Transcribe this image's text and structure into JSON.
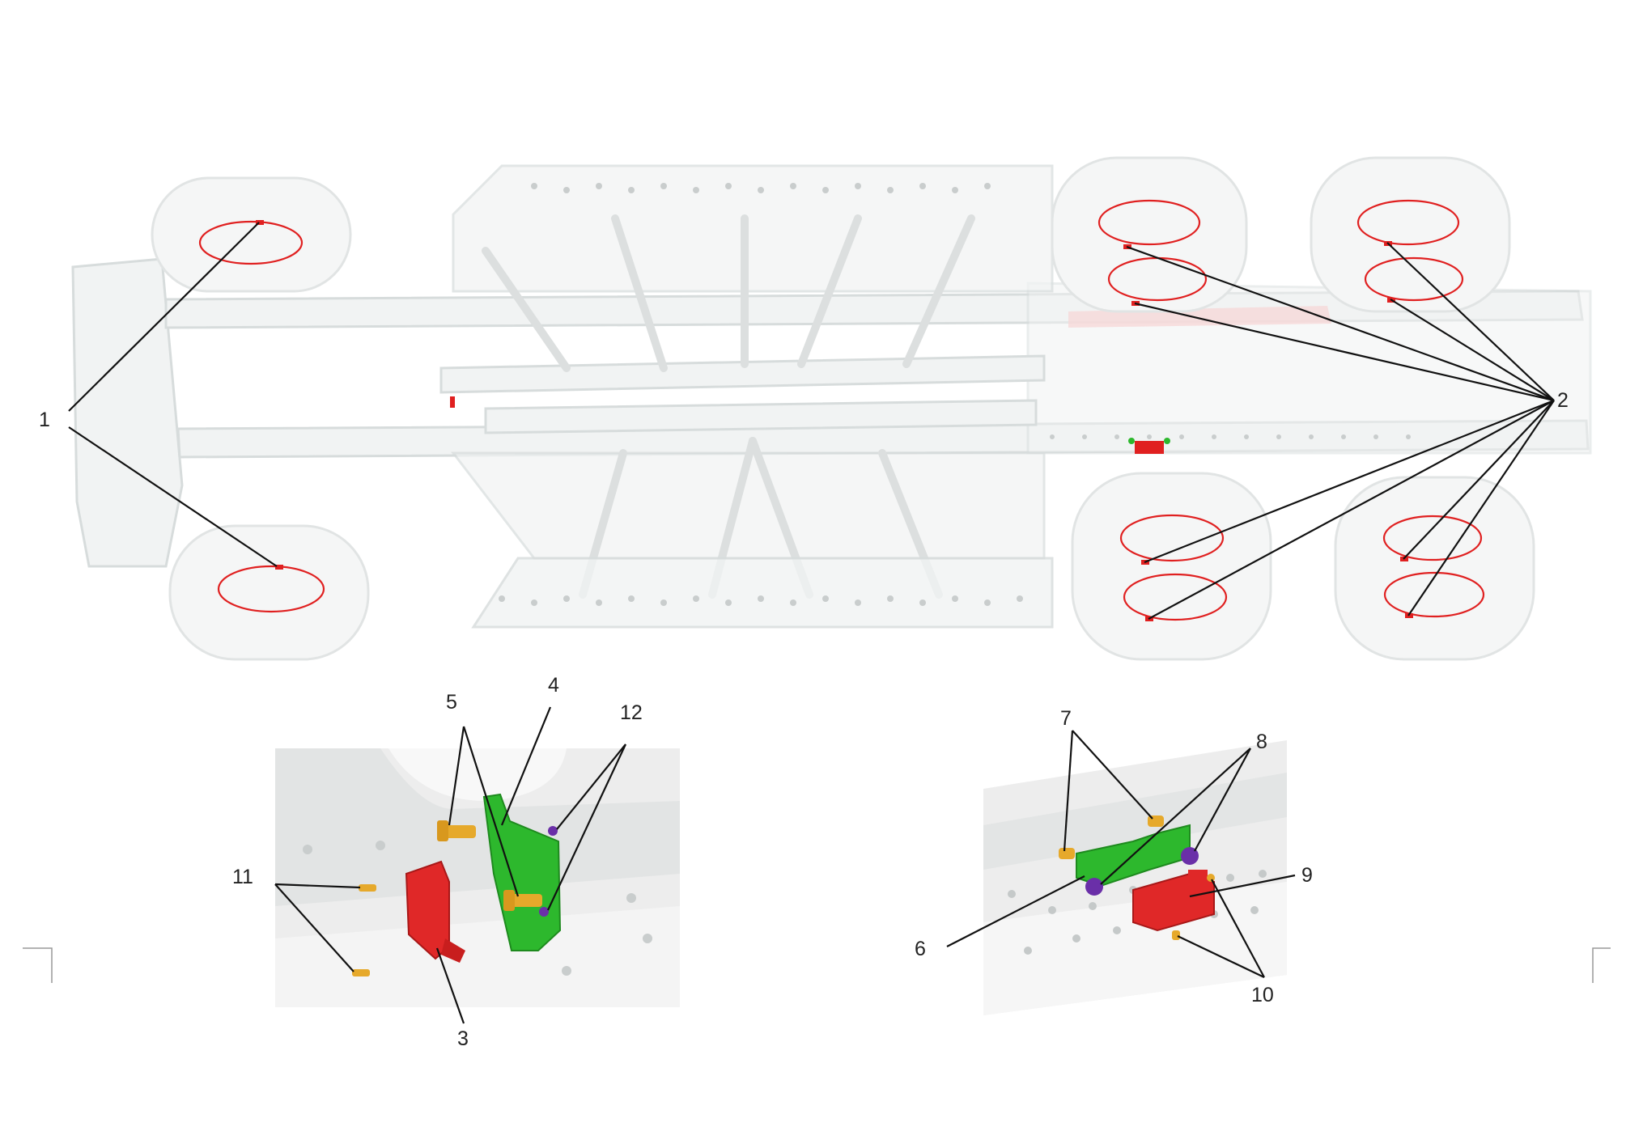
{
  "figure": {
    "callouts": [
      {
        "id": "1",
        "label": "1"
      },
      {
        "id": "2",
        "label": "2"
      },
      {
        "id": "3",
        "label": "3"
      },
      {
        "id": "4",
        "label": "4"
      },
      {
        "id": "5",
        "label": "5"
      },
      {
        "id": "6",
        "label": "6"
      },
      {
        "id": "7",
        "label": "7"
      },
      {
        "id": "8",
        "label": "8"
      },
      {
        "id": "9",
        "label": "9"
      },
      {
        "id": "10",
        "label": "10"
      },
      {
        "id": "11",
        "label": "11"
      },
      {
        "id": "12",
        "label": "12"
      }
    ],
    "colors": {
      "sensor_ring": "#e02020",
      "sensor_body": "#e02828",
      "bracket": "#2db82d",
      "bolt": "#e6a92b",
      "nut": "#6a2fa8",
      "frame_ghost": "#f1f3f3",
      "leader_line": "#111111"
    }
  }
}
